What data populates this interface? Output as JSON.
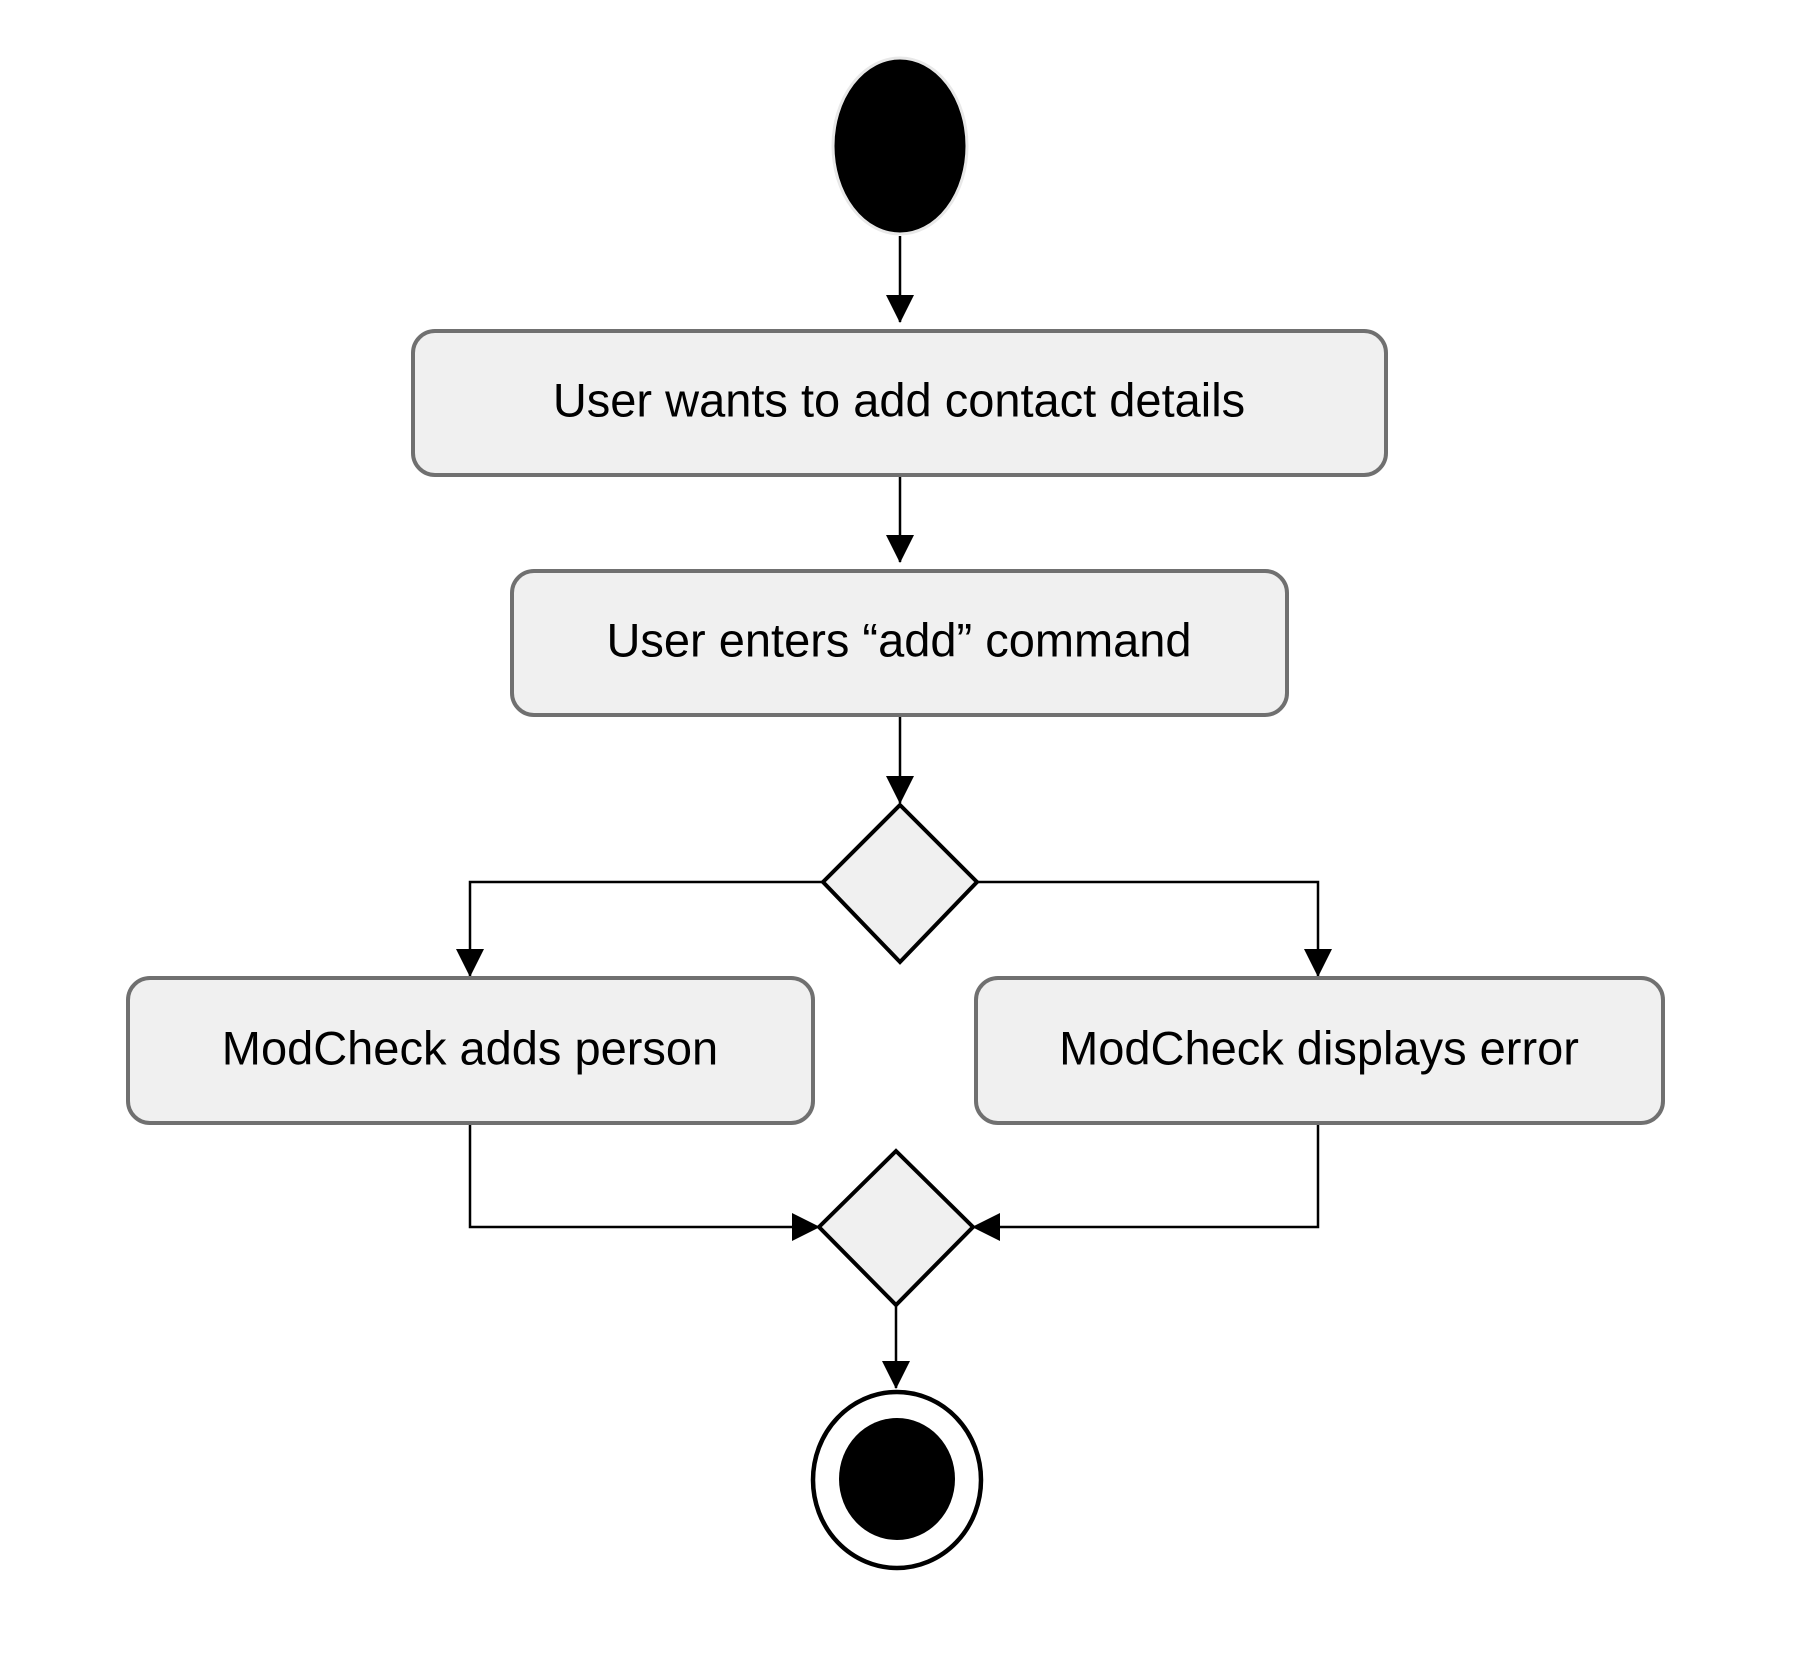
{
  "diagram": {
    "type": "uml-activity",
    "colors": {
      "background": "#ffffff",
      "node_fill": "#f0f0f0",
      "node_stroke": "#707070",
      "decision_stroke": "#000000",
      "edge": "#000000",
      "start_node": "#000000"
    },
    "start": {
      "name": "initial-node"
    },
    "actions": [
      {
        "id": "want",
        "label": "User wants to add contact details"
      },
      {
        "id": "enter",
        "label": "User enters “add” command"
      },
      {
        "id": "add",
        "label": "ModCheck adds person"
      },
      {
        "id": "error",
        "label": "ModCheck displays error"
      }
    ],
    "decisions": [
      {
        "id": "branch",
        "kind": "decision"
      },
      {
        "id": "merge",
        "kind": "merge"
      }
    ],
    "end": {
      "name": "final-node"
    },
    "edges": [
      {
        "from": "start",
        "to": "want"
      },
      {
        "from": "want",
        "to": "enter"
      },
      {
        "from": "enter",
        "to": "branch"
      },
      {
        "from": "branch",
        "to": "add"
      },
      {
        "from": "branch",
        "to": "error"
      },
      {
        "from": "add",
        "to": "merge"
      },
      {
        "from": "error",
        "to": "merge"
      },
      {
        "from": "merge",
        "to": "end"
      }
    ]
  }
}
